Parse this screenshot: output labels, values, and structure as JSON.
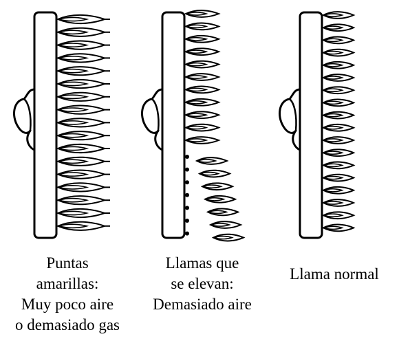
{
  "panels": [
    {
      "id": "yellow-tips",
      "caption_lines": [
        "Puntas",
        "amarillas:",
        "Muy poco aire",
        "o demasiado gas"
      ]
    },
    {
      "id": "lifting-flames",
      "caption_lines": [
        "Llamas que",
        "se elevan:",
        "Demasiado aire"
      ]
    },
    {
      "id": "normal-flame",
      "caption_lines": [
        "Llama normal"
      ]
    }
  ],
  "colors": {
    "ink": "#000000",
    "background": "#ffffff"
  }
}
